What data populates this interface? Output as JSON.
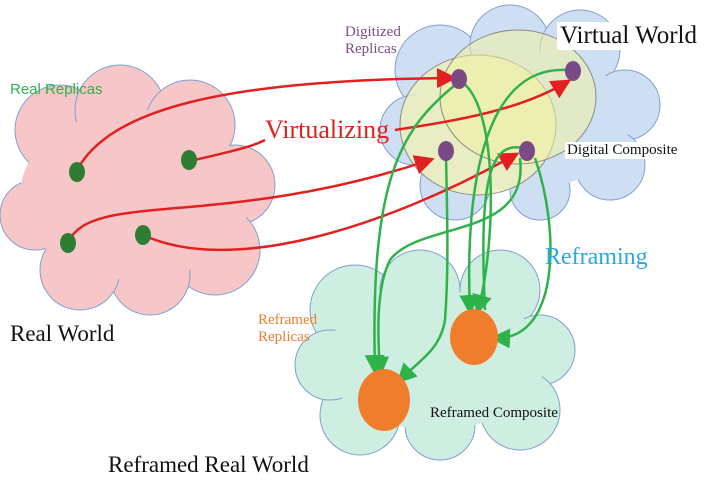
{
  "labels": {
    "real_replicas": "Real Replicas",
    "virtualizing": "Virtualizing",
    "digitized_replicas_1": "Digitized",
    "digitized_replicas_2": "Replicas",
    "virtual_world": "Virtual World",
    "digital_composite": "Digital Composite",
    "reframing": "Reframing",
    "real_world": "Real World",
    "reframed_replicas_1": "Reframed",
    "reframed_replicas_2": "Replicas",
    "reframed_composite": "Reframed Composite",
    "reframed_real_world": "Reframed Real World"
  },
  "colors": {
    "real_cloud": "#f7c6c8",
    "virtual_cloud": "#cfdff3",
    "reframed_cloud": "#cdeee0",
    "ellipse": "#eef0b8",
    "real_replica": "#2e7d32",
    "digital_replica": "#7b4a86",
    "reframed_replica": "#f07d2b",
    "virtualizing_arrow": "#e32020",
    "reframing_arrow": "#2fb24a"
  }
}
